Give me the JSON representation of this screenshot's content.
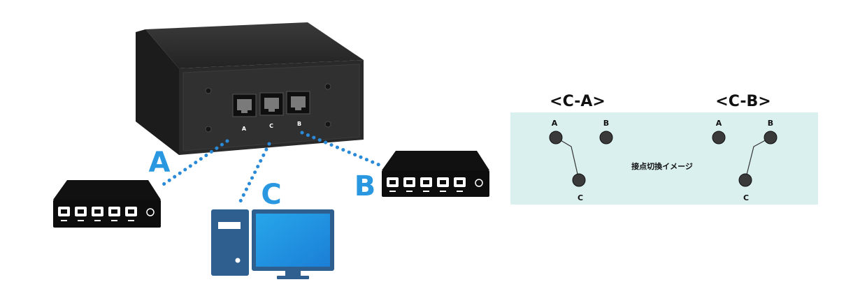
{
  "labels": {
    "a": "A",
    "b": "B",
    "c": "C"
  },
  "switch_box": {
    "port_labels": [
      "A",
      "C",
      "B"
    ]
  },
  "diagram": {
    "ca_heading": "<C-A>",
    "cb_heading": "<C-B>",
    "ca_nodes": {
      "a": "A",
      "b": "B",
      "c": "C"
    },
    "cb_nodes": {
      "a": "A",
      "b": "B",
      "c": "C"
    },
    "center_text": "接点切換イメージ"
  },
  "colors": {
    "accent_blue": "#2a98e0",
    "dotted_line": "#2a8ad8",
    "panel_bg": "#daf0ef",
    "switch_body": "#2b2b2b",
    "monitor_screen": "#1e90e0",
    "tower": "#2e5f8e"
  }
}
